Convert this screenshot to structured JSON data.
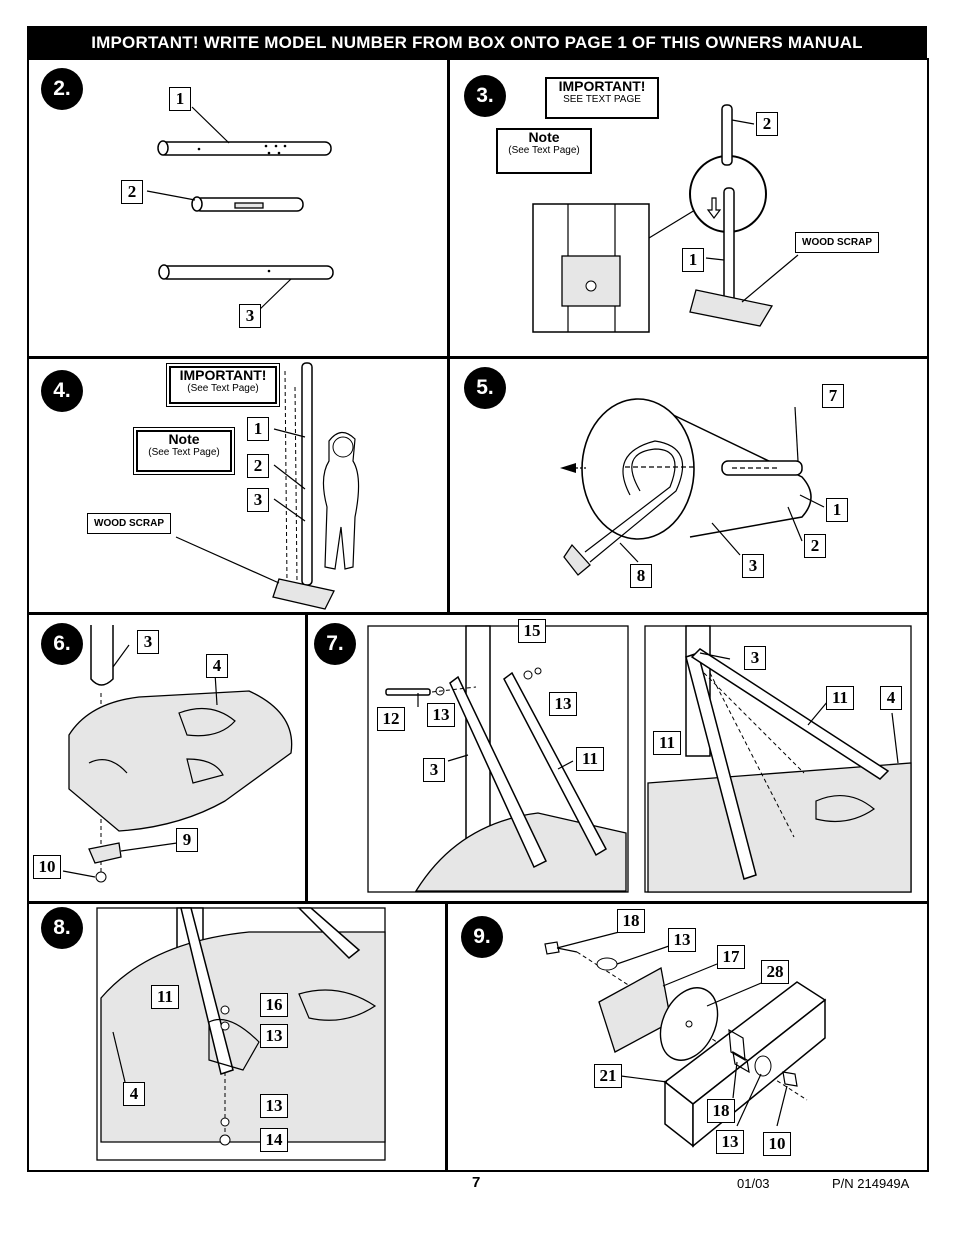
{
  "banner": "IMPORTANT!  WRITE MODEL NUMBER FROM BOX ONTO PAGE 1 OF THIS OWNERS MANUAL",
  "steps": {
    "s2": {
      "label": "2.",
      "callouts": [
        "1",
        "2",
        "3"
      ]
    },
    "s3": {
      "label": "3.",
      "important_title": "IMPORTANT!",
      "important_sub": "SEE TEXT PAGE",
      "note_title": "Note",
      "note_sub": "(See Text Page)",
      "scrap": "WOOD SCRAP",
      "callouts": [
        "2",
        "1"
      ]
    },
    "s4": {
      "label": "4.",
      "important_title": "IMPORTANT!",
      "important_sub": "(See Text Page)",
      "note_title": "Note",
      "note_sub": "(See Text Page)",
      "scrap": "WOOD SCRAP",
      "callouts": [
        "1",
        "2",
        "3"
      ]
    },
    "s5": {
      "label": "5.",
      "callouts": [
        "7",
        "1",
        "2",
        "3",
        "8"
      ]
    },
    "s6": {
      "label": "6.",
      "callouts": [
        "3",
        "4",
        "9",
        "10"
      ]
    },
    "s7": {
      "label": "7.",
      "callouts_left": [
        "15",
        "12",
        "13",
        "13",
        "3",
        "11"
      ],
      "callouts_right": [
        "3",
        "11",
        "4",
        "11"
      ]
    },
    "s8": {
      "label": "8.",
      "callouts": [
        "11",
        "16",
        "13",
        "4",
        "13",
        "14"
      ]
    },
    "s9": {
      "label": "9.",
      "callouts": [
        "18",
        "13",
        "17",
        "28",
        "21",
        "18",
        "13",
        "10"
      ]
    }
  },
  "footer": {
    "page": "7",
    "date": "01/03",
    "pn": "P/N 214949A"
  }
}
